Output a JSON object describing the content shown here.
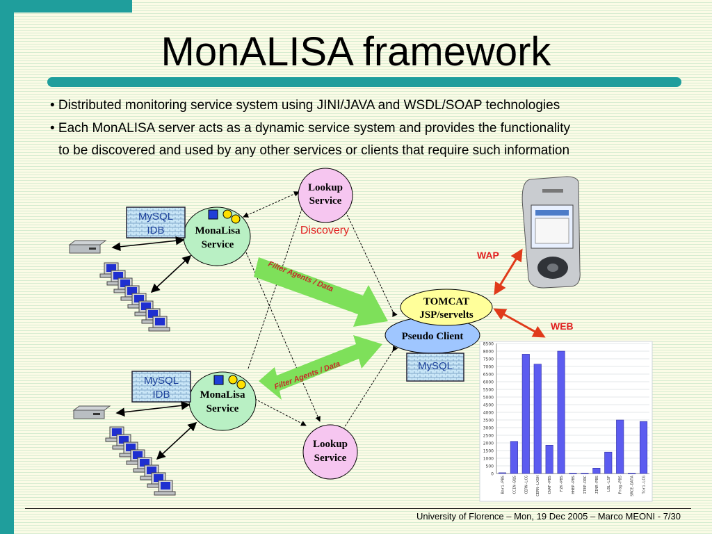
{
  "slide": {
    "title": "MonALISA framework",
    "bullets": [
      "• Distributed monitoring service system using JINI/JAVA and WSDL/SOAP technologies",
      "• Each MonALISA server acts as a dynamic service system and provides the functionality",
      "to be discovered and used by any other services or clients that require such information"
    ],
    "footer": "University of Florence – Mon, 19 Dec 2005 – Marco MEONI - 7/30"
  },
  "diagram": {
    "lookup_top": [
      "Lookup",
      "Service"
    ],
    "lookup_bottom": [
      "Lookup",
      "Service"
    ],
    "monalisa_top": [
      "MonaLisa",
      "Service"
    ],
    "monalisa_bottom": [
      "MonaLisa",
      "Service"
    ],
    "mysql_top": [
      "MySQL",
      "IDB"
    ],
    "mysql_bottom": [
      "MySQL",
      "IDB"
    ],
    "mysql_right": "MySQL",
    "discovery": "Discovery",
    "filter_top": "Filter Agents / Data",
    "filter_bottom": "Filter Agents / Data",
    "tomcat": [
      "TOMCAT",
      "JSP/servelts"
    ],
    "pseudo_client": "Pseudo Client",
    "wap": "WAP",
    "web": "WEB",
    "colors": {
      "accent": "#1f9e9c",
      "service": "#b9f0c4",
      "lookup": "#f6c6f0",
      "client": "#9fc6ff",
      "tomcat": "#ffff9a",
      "red_text": "#e02020"
    }
  },
  "chart_data": {
    "type": "bar",
    "categories": [
      "Bari-PBS",
      "CCIN-BQS",
      "CERN-LCG",
      "CERN-LXSH",
      "CNAF-PBS",
      "FZK-PBS",
      "HHEP-PBS",
      "ITEP-RRC",
      "JINR-PBS",
      "LBL-LSF",
      "Prag-PBS",
      "SRCE-DATA",
      "Tori-LCG"
    ],
    "values": [
      50,
      2100,
      7800,
      7150,
      1850,
      8000,
      30,
      30,
      350,
      1400,
      3500,
      30,
      3400
    ],
    "yticks": [
      0,
      500,
      1000,
      1500,
      2000,
      2500,
      3000,
      3500,
      4000,
      4500,
      5000,
      5500,
      6000,
      6500,
      7000,
      7500,
      8000,
      8500
    ],
    "ylim": [
      0,
      8500
    ],
    "title": "",
    "xlabel": "",
    "ylabel": "",
    "grid": true,
    "bar_color": "#5c5cf0"
  }
}
